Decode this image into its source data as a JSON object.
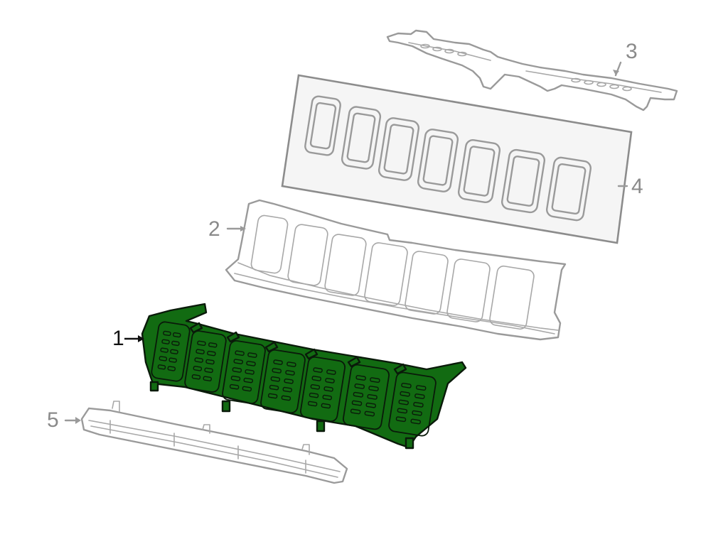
{
  "diagram": {
    "title": "Front grille assembly exploded parts diagram",
    "background": "#ffffff",
    "highlight_color": "#126b12",
    "line_color": "#9a9a9a",
    "callouts": [
      {
        "id": "1",
        "label": "1",
        "part": "grille (highlighted)",
        "highlighted": true
      },
      {
        "id": "2",
        "label": "2",
        "part": "grille frame"
      },
      {
        "id": "3",
        "label": "3",
        "part": "upper support bracket"
      },
      {
        "id": "4",
        "label": "4",
        "part": "grille insert rings set (7)"
      },
      {
        "id": "5",
        "label": "5",
        "part": "lower molding"
      }
    ],
    "ring_count": 7
  }
}
